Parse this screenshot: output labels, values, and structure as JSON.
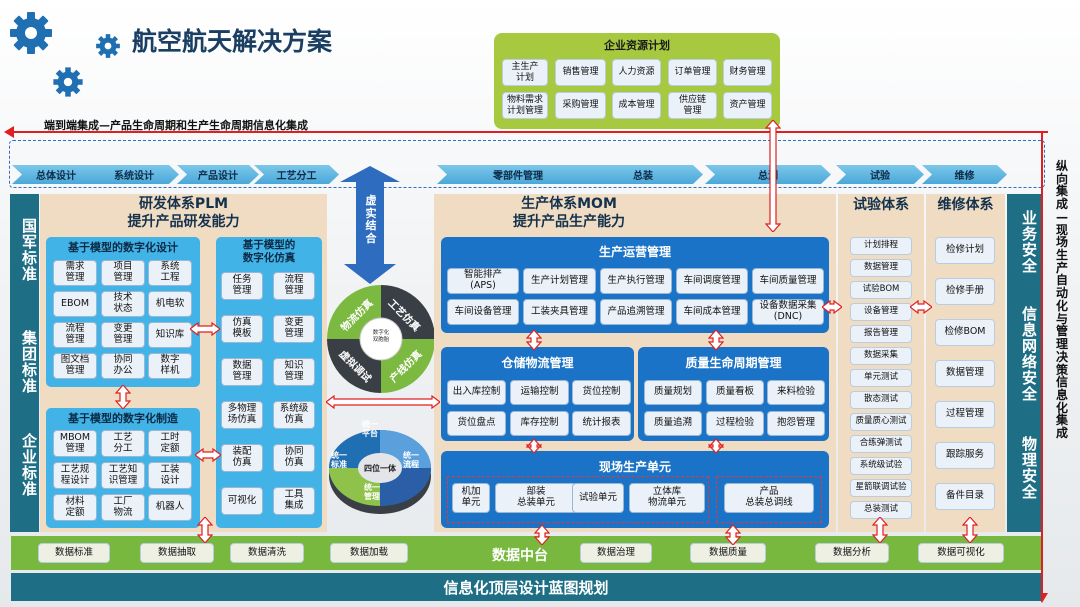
{
  "title": "航空航天解决方案",
  "subtitle": "端到端集成—产品生命周期和生产生命周期信息化集成",
  "erp": {
    "title": "企业资源计划",
    "items": [
      "主生产\n计划",
      "销售管理",
      "人力资源",
      "订单管理",
      "财务管理",
      "物料需求\n计划管理",
      "采购管理",
      "成本管理",
      "供应链\n管理",
      "资产管理"
    ]
  },
  "phases": [
    "总体设计",
    "系统设计",
    "产品设计",
    "工艺分工",
    "零部件管理",
    "总装",
    "总测",
    "试验",
    "维修"
  ],
  "left_standards": [
    "国军标准",
    "集团标准",
    "企业标准"
  ],
  "plm": {
    "title": "研发体系PLM",
    "subtitle": "提升产品研发能力",
    "design": {
      "title": "基于模型的数字化设计",
      "items": [
        "需求\n管理",
        "项目\n管理",
        "系统\n工程",
        "EBOM",
        "技术\n状态",
        "机电软",
        "流程\n管理",
        "变更\n管理",
        "知识库",
        "图文档\n管理",
        "协同\n办公",
        "数字\n样机"
      ]
    },
    "mfg": {
      "title": "基于模型的数字化制造",
      "items": [
        "MBOM\n管理",
        "工艺\n分工",
        "工时\n定额",
        "工艺规\n程设计",
        "工艺知\n识管理",
        "工装\n设计",
        "材料\n定额",
        "工厂\n物流",
        "机器人"
      ]
    },
    "sim": {
      "title": "基于模型的\n数字化仿真",
      "items": [
        "任务\n管理",
        "流程\n管理",
        "仿真\n模板",
        "变更\n管理",
        "数据\n管理",
        "知识\n管理",
        "多物理\n场仿真",
        "系统级\n仿真",
        "装配\n仿真",
        "协同\n仿真",
        "可视化",
        "工具\n集成"
      ]
    }
  },
  "virtual_real": "虚实结合",
  "sim_wheel": {
    "segments": [
      "物流仿真",
      "工艺仿真",
      "虚拟调试",
      "产线仿真"
    ],
    "center": "数字化\n双胞胎"
  },
  "unify_wheel": {
    "segments": [
      "统一\n平台",
      "统一\n流程",
      "统一\n管理",
      "统一\n标准"
    ],
    "center": "四位一体"
  },
  "mom": {
    "title": "生产体系MOM",
    "subtitle": "提升产品生产能力",
    "ops": {
      "title": "生产运营管理",
      "items": [
        "智能排产\n(APS)",
        "生产计划管理",
        "生产执行管理",
        "车间调度管理",
        "车间质量管理",
        "车间设备管理",
        "工装夹具管理",
        "产品追溯管理",
        "车间成本管理",
        "设备数据采集\n(DNC)"
      ]
    },
    "wh": {
      "title": "仓储物流管理",
      "items": [
        "出入库控制",
        "运输控制",
        "货位控制",
        "货位盘点",
        "库存控制",
        "统计报表"
      ]
    },
    "qual": {
      "title": "质量生命周期管理",
      "items": [
        "质量规划",
        "质量看板",
        "来料检验",
        "质量追溯",
        "过程检验",
        "抱怨管理"
      ]
    },
    "field": {
      "title": "现场生产单元",
      "items": [
        "机加\n单元",
        "部装\n总装单元",
        "试验单元",
        "立体库\n物流单元",
        "产品\n总装总调线"
      ]
    }
  },
  "test": {
    "title": "试验体系",
    "items": [
      "计划排程",
      "数据管理",
      "试验BOM",
      "设备管理",
      "报告管理",
      "数据采集",
      "单元测试",
      "散态测试",
      "质量质心测试",
      "合练弹测试",
      "系统级试验",
      "星箭联调试验",
      "总装测试"
    ]
  },
  "maint": {
    "title": "维修体系",
    "items": [
      "检修计划",
      "检修手册",
      "检修BOM",
      "数据管理",
      "过程管理",
      "跟踪服务",
      "备件目录"
    ]
  },
  "security": [
    "业务安全",
    "信息网络安全",
    "物理安全"
  ],
  "right_caption": "纵向集成—现场生产自动化与管理决策信息化集成",
  "data_center": {
    "title": "数据中台",
    "items": [
      "数据标准",
      "数据抽取",
      "数据清洗",
      "数据加载",
      "数据治理",
      "数据质量",
      "数据分析",
      "数据可视化"
    ]
  },
  "bottom": "信息化顶层设计蓝图规划",
  "colors": {
    "panel_tan": "#f0dcc3",
    "plm_blue": "#41b3e6",
    "mom_blue": "#1a73c6",
    "green": "#78b83e",
    "teal": "#1e6f86",
    "red_line": "#e02020"
  }
}
